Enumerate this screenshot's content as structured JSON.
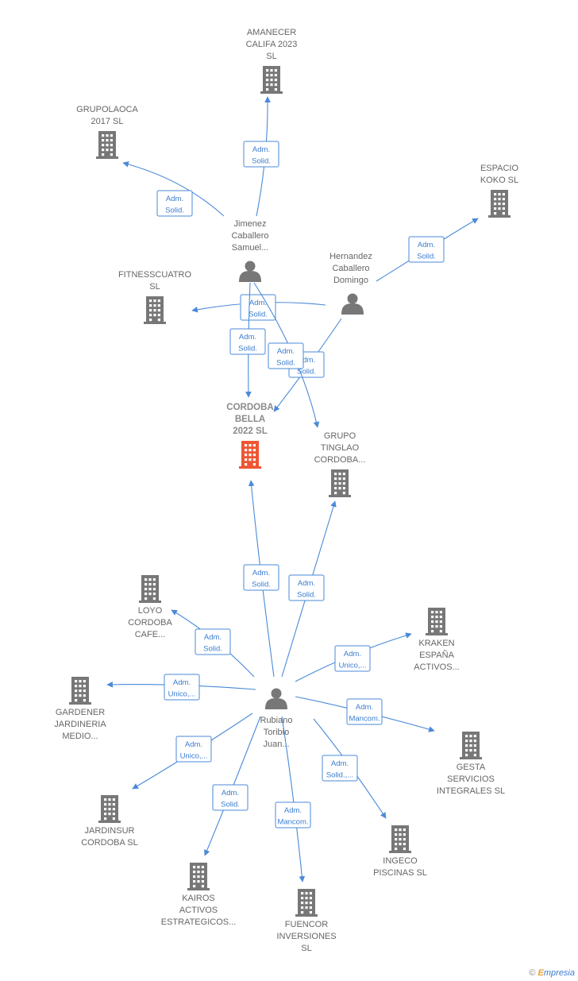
{
  "nodes": [
    {
      "id": "cordoba",
      "type": "company",
      "focus": true,
      "lines": [
        "CORDOBA",
        "BELLA",
        "2022  SL"
      ]
    },
    {
      "id": "amanecer",
      "type": "company",
      "lines": [
        "AMANECER",
        "CALIFA 2023",
        "SL"
      ]
    },
    {
      "id": "grupolaoca",
      "type": "company",
      "lines": [
        "GRUPOLAOCA",
        "2017  SL"
      ]
    },
    {
      "id": "espacio",
      "type": "company",
      "lines": [
        "ESPACIO",
        "KOKO  SL"
      ]
    },
    {
      "id": "fitness",
      "type": "company",
      "lines": [
        "FITNESSCUATRO",
        "SL"
      ]
    },
    {
      "id": "grupotinglao",
      "type": "company",
      "lines": [
        "GRUPO",
        "TINGLAO",
        "CORDOBA..."
      ]
    },
    {
      "id": "loyo",
      "type": "company",
      "lines": [
        "LOYO",
        "CORDOBA",
        "CAFE..."
      ]
    },
    {
      "id": "kraken",
      "type": "company",
      "lines": [
        "KRAKEN",
        "ESPAÑA",
        "ACTIVOS..."
      ]
    },
    {
      "id": "gardener",
      "type": "company",
      "lines": [
        "GARDENER",
        "JARDINERIA",
        "MEDIO..."
      ]
    },
    {
      "id": "gesta",
      "type": "company",
      "lines": [
        "GESTA",
        "SERVICIOS",
        "INTEGRALES SL"
      ]
    },
    {
      "id": "jardinsur",
      "type": "company",
      "lines": [
        "JARDINSUR",
        "CORDOBA  SL"
      ]
    },
    {
      "id": "ingeco",
      "type": "company",
      "lines": [
        "INGECO",
        "PISCINAS  SL"
      ]
    },
    {
      "id": "kairos",
      "type": "company",
      "lines": [
        "KAIROS",
        "ACTIVOS",
        "ESTRATEGICOS..."
      ]
    },
    {
      "id": "fuencor",
      "type": "company",
      "lines": [
        "FUENCOR",
        "INVERSIONES",
        "SL"
      ]
    },
    {
      "id": "jimenez",
      "type": "person",
      "lines": [
        "Jimenez",
        "Caballero",
        "Samuel..."
      ]
    },
    {
      "id": "hernandez",
      "type": "person",
      "lines": [
        "Hernandez",
        "Caballero",
        "Domingo"
      ]
    },
    {
      "id": "rubiano",
      "type": "person",
      "lines": [
        "Rubiano",
        "Toribio",
        "Juan..."
      ]
    }
  ],
  "edges": [
    {
      "from": "jimenez",
      "to": "amanecer",
      "lines": [
        "Adm.",
        "Solid."
      ]
    },
    {
      "from": "jimenez",
      "to": "grupolaoca",
      "lines": [
        "Adm.",
        "Solid."
      ]
    },
    {
      "from": "hernandez",
      "to": "espacio",
      "lines": [
        "Adm.",
        "Solid."
      ]
    },
    {
      "from": "hernandez",
      "to": "fitness",
      "lines": [
        "Adm.",
        "Solid."
      ]
    },
    {
      "from": "jimenez",
      "to": "cordoba",
      "lines": [
        "Adm.",
        "Solid."
      ]
    },
    {
      "from": "hernandez",
      "to": "cordoba",
      "lines": [
        "Adm.",
        "Solid."
      ]
    },
    {
      "from": "jimenez",
      "to": "grupotinglao",
      "lines": [
        "Adm.",
        "Solid."
      ]
    },
    {
      "from": "rubiano",
      "to": "cordoba",
      "lines": [
        "Adm.",
        "Solid."
      ]
    },
    {
      "from": "rubiano",
      "to": "grupotinglao",
      "lines": [
        "Adm.",
        "Solid."
      ]
    },
    {
      "from": "rubiano",
      "to": "loyo",
      "lines": [
        "Adm.",
        "Solid."
      ]
    },
    {
      "from": "rubiano",
      "to": "kraken",
      "lines": [
        "Adm.",
        "Unico,..."
      ]
    },
    {
      "from": "rubiano",
      "to": "gardener",
      "lines": [
        "Adm.",
        "Unico,..."
      ]
    },
    {
      "from": "rubiano",
      "to": "gesta",
      "lines": [
        "Adm.",
        "Mancom."
      ]
    },
    {
      "from": "rubiano",
      "to": "jardinsur",
      "lines": [
        "Adm.",
        "Unico,..."
      ]
    },
    {
      "from": "rubiano",
      "to": "ingeco",
      "lines": [
        "Adm.",
        "Solid.,..."
      ]
    },
    {
      "from": "rubiano",
      "to": "kairos",
      "lines": [
        "Adm.",
        "Solid."
      ]
    },
    {
      "from": "rubiano",
      "to": "fuencor",
      "lines": [
        "Adm.",
        "Mancom."
      ]
    }
  ],
  "colors": {
    "edge": "#4a8ad8",
    "company": "#777777",
    "focus": "#ee5533",
    "person": "#777777"
  },
  "footer": {
    "copyright": "©",
    "brand_first": "E",
    "brand_rest": "mpresia"
  }
}
